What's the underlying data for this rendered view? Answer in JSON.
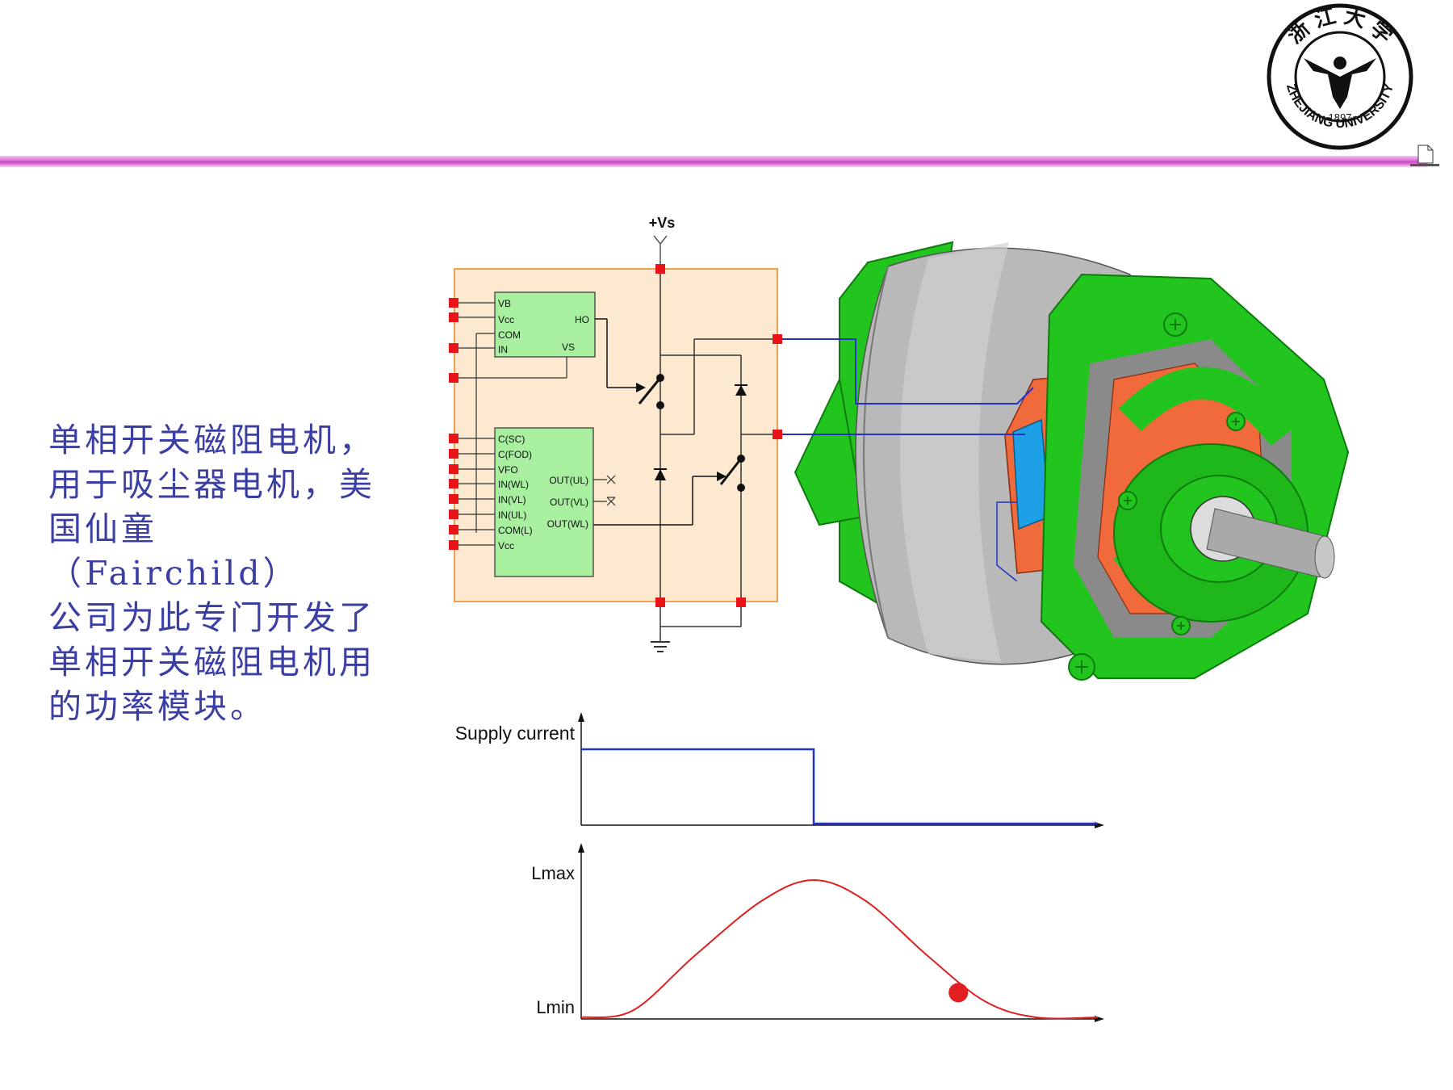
{
  "logo": {
    "text_top": "浙江大学",
    "year": "1897",
    "text_bottom": "ZHEJIANG UNIVERSITY"
  },
  "description": "单相开关磁阻电机，\n用于吸尘器电机，美\n国仙童（Fairchild）\n公司为此专门开发了\n单相开关磁阻电机用\n的功率模块。",
  "circuit": {
    "supply_label": "+Vs",
    "top_ic_pins_left": [
      "VB",
      "Vcc",
      "COM",
      "IN"
    ],
    "top_ic_pins_right": [
      "HO",
      "VS"
    ],
    "bottom_ic_pins_left": [
      "C(SC)",
      "C(FOD)",
      "VFO",
      "IN(WL)",
      "IN(VL)",
      "IN(UL)",
      "COM(L)",
      "Vcc"
    ],
    "bottom_ic_pins_right": [
      "OUT(UL)",
      "OUT(VL)",
      "OUT(WL)"
    ]
  },
  "colors": {
    "text_blue": "#3b3fa3",
    "module_bg": "#fde8d0",
    "ic_green": "#a8f0a0",
    "pin_red": "#e8141a",
    "motor_green": "#22c41e",
    "stator_orange": "#f06a3c",
    "waveform_blue": "#2332c8",
    "waveform_red": "#e02020"
  },
  "chart_data": [
    {
      "type": "line",
      "title": "",
      "ylabel": "Supply current",
      "xlabel": "",
      "series": [
        {
          "values": [
            1,
            1,
            0,
            0
          ]
        }
      ],
      "x": [
        0,
        0.45,
        0.45,
        1
      ]
    },
    {
      "type": "line",
      "title": "",
      "y_tick_labels": [
        "Lmax",
        "Lmin"
      ],
      "xlabel": "",
      "series": [
        {
          "values": [
            0,
            0.05,
            0.45,
            0.85,
            1,
            0.85,
            0.45,
            0.12,
            0,
            0
          ]
        }
      ],
      "x": [
        0,
        0.1,
        0.22,
        0.35,
        0.45,
        0.55,
        0.67,
        0.78,
        0.88,
        1
      ],
      "marker": {
        "x": 0.73,
        "y": 0.18
      }
    }
  ]
}
